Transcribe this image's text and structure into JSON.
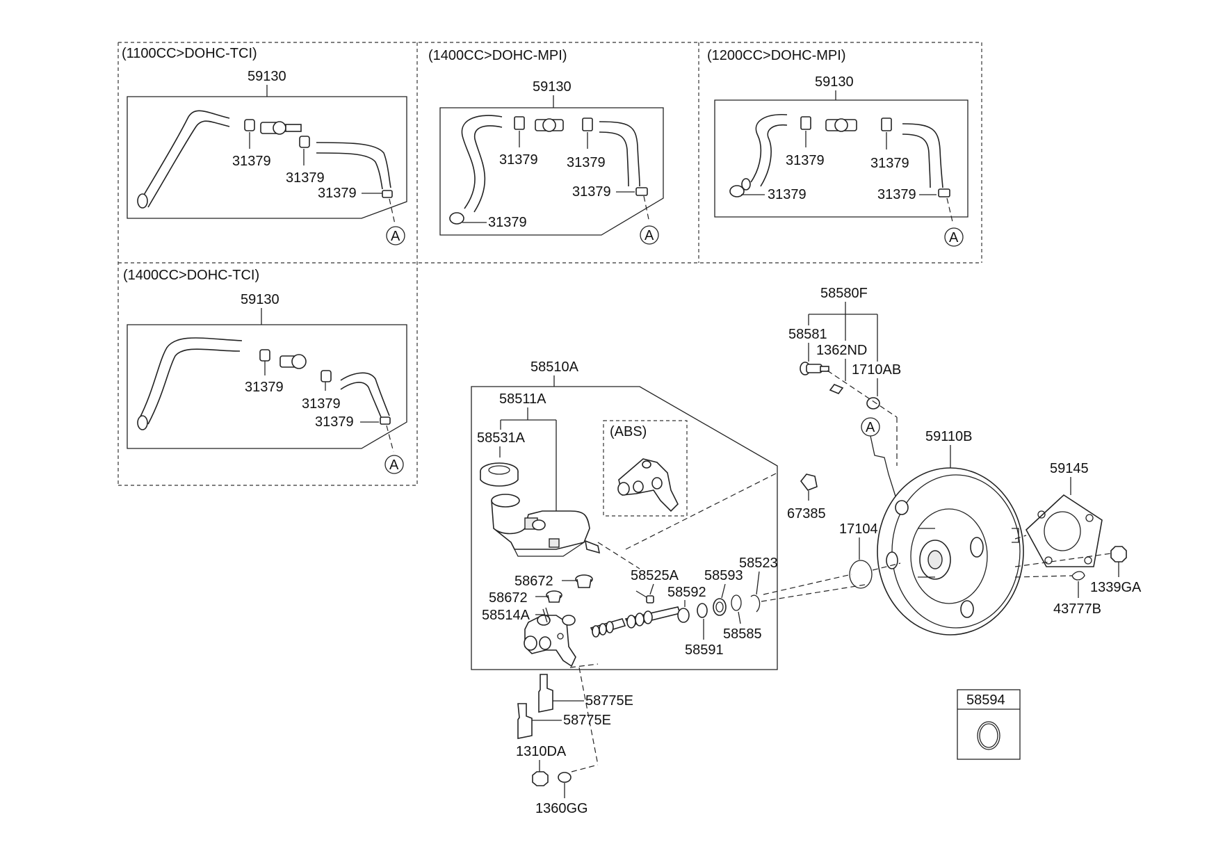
{
  "panels": {
    "p1100_tci": {
      "title": "(1100CC>DOHC-TCI)",
      "assembly": "59130",
      "clip_labels": [
        "31379",
        "31379",
        "31379"
      ],
      "ref": "A"
    },
    "p1400_mpi": {
      "title": "(1400CC>DOHC-MPI)",
      "assembly": "59130",
      "clip_labels": [
        "31379",
        "31379",
        "31379",
        "31379"
      ],
      "ref": "A"
    },
    "p1200_mpi": {
      "title": "(1200CC>DOHC-MPI)",
      "assembly": "59130",
      "clip_labels": [
        "31379",
        "31379",
        "31379",
        "31379"
      ],
      "ref": "A"
    },
    "p1400_tci": {
      "title": "(1400CC>DOHC-TCI)",
      "assembly": "59130",
      "clip_labels": [
        "31379",
        "31379",
        "31379"
      ],
      "ref": "A"
    }
  },
  "master_cylinder": {
    "assembly": "58510A",
    "reservoir": "58511A",
    "cap": "58531A",
    "abs_label": "(ABS)",
    "parts": {
      "p58672a": "58672",
      "p58672b": "58672",
      "p58514a": "58514A",
      "p58525a": "58525A",
      "p58592": "58592",
      "p58593": "58593",
      "p58523": "58523",
      "p58591": "58591",
      "p58585": "58585",
      "p58775e_a": "58775E",
      "p58775e_b": "58775E",
      "p1310da": "1310DA",
      "p1360gg": "1360GG",
      "p67385": "67385"
    }
  },
  "booster": {
    "assembly": "59110B",
    "fitting_group": "58580F",
    "p58581": "58581",
    "p1362nd": "1362ND",
    "p1710ab": "1710AB",
    "ref": "A",
    "p17104": "17104",
    "p59145": "59145",
    "p1339ga": "1339GA",
    "p43777b": "43777B"
  },
  "kit_box": {
    "part": "58594"
  }
}
